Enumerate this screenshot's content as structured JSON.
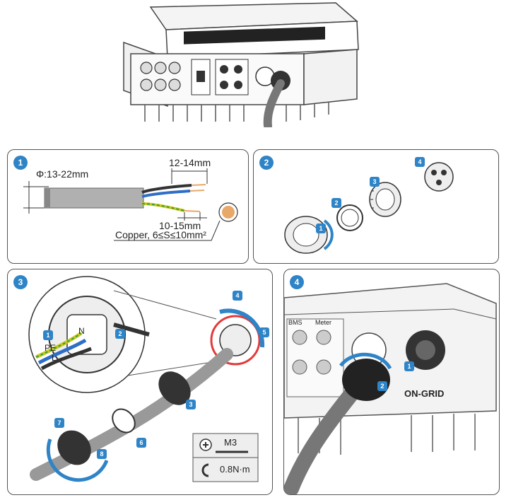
{
  "panel1": {
    "step": "1",
    "diameter": "Φ:13-22mm",
    "strip_outer": "12-14mm",
    "strip_inner": "10-15mm",
    "copper": "Copper, 6≤S≤10mm²"
  },
  "panel2": {
    "step": "2",
    "parts": [
      "1",
      "2",
      "3",
      "4"
    ]
  },
  "panel3": {
    "step": "3",
    "wires": {
      "L": "L",
      "N": "N",
      "PE": "PE"
    },
    "callouts": [
      "1",
      "2",
      "3",
      "4",
      "5",
      "6",
      "7",
      "8"
    ],
    "tool": {
      "screw": "M3",
      "torque": "0.8N·m"
    }
  },
  "panel4": {
    "step": "4",
    "callouts": [
      "1",
      "2"
    ],
    "port_label": "ON-GRID",
    "device_labels": [
      "BMS",
      "Meter"
    ]
  },
  "colors": {
    "accent": "#2e84c6",
    "highlight": "#e23b3b",
    "copper": "#e8a86a",
    "cable": "#9a9a9a"
  }
}
